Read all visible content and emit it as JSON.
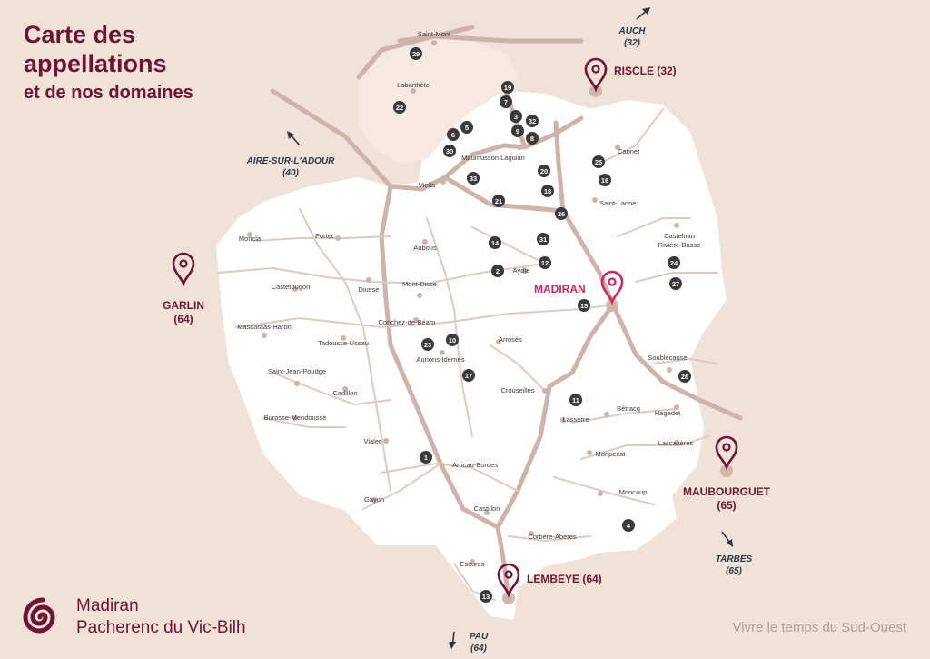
{
  "title": {
    "line1": "Carte des",
    "line2": "appellations",
    "line3": "et de nos domaines"
  },
  "logo": {
    "line1": "Madiran",
    "line2": "Pacherenc du Vic-Bilh",
    "icon": "spiral-logo-icon"
  },
  "tagline": "Vivre le temps du Sud-Ouest",
  "colors": {
    "background": "#f0e2d6",
    "region": "#ffffff",
    "road_major": "#cdb3aa",
    "road_minor": "#dccbc3",
    "brand": "#6e1434",
    "highlight": "#d6245a",
    "direction": "#2b3748",
    "marker": "#3a3a3a"
  },
  "towns": [
    {
      "id": "saint-mont",
      "label": "Saint-Mont"
    },
    {
      "id": "labarthete",
      "label": "Labarthète"
    },
    {
      "id": "maumusson",
      "label": "Maumusson Laguian"
    },
    {
      "id": "viella",
      "label": "Viella"
    },
    {
      "id": "cannet",
      "label": "Cannet"
    },
    {
      "id": "saint-lanne",
      "label": "Saint-Lanne"
    },
    {
      "id": "castelnau",
      "label": "Castelnau Rivière-Basse"
    },
    {
      "id": "moncla",
      "label": "Moncla"
    },
    {
      "id": "portet",
      "label": "Portet"
    },
    {
      "id": "aubous",
      "label": "Aubous"
    },
    {
      "id": "aydie",
      "label": "Aydie"
    },
    {
      "id": "castetpugon",
      "label": "Castetpugon"
    },
    {
      "id": "diusse",
      "label": "Diusse"
    },
    {
      "id": "mont-disse",
      "label": "Mont-Disse"
    },
    {
      "id": "mascaraas",
      "label": "Mascaraàs-Haron"
    },
    {
      "id": "conchez",
      "label": "Conchez-de-Béarn"
    },
    {
      "id": "tadousse",
      "label": "Tadousse-Ussau"
    },
    {
      "id": "arroses",
      "label": "Arrosès"
    },
    {
      "id": "aurions",
      "label": "Aurions-Idernes"
    },
    {
      "id": "soublecause",
      "label": "Soublecause"
    },
    {
      "id": "saint-jean",
      "label": "Saint-Jean-Poudge"
    },
    {
      "id": "cadillon",
      "label": "Cadillon"
    },
    {
      "id": "crouseilles",
      "label": "Crouseilles"
    },
    {
      "id": "betracq",
      "label": "Bétracq"
    },
    {
      "id": "hagedet",
      "label": "Hagedet"
    },
    {
      "id": "burosse",
      "label": "Burosse-Mendousse"
    },
    {
      "id": "lasserre",
      "label": "Lasserre"
    },
    {
      "id": "lascazeres",
      "label": "Lascazères"
    },
    {
      "id": "vialer",
      "label": "Vialer"
    },
    {
      "id": "monpezat",
      "label": "Monpezat"
    },
    {
      "id": "arricau",
      "label": "Arricau-Bordes"
    },
    {
      "id": "moncaup",
      "label": "Moncaup"
    },
    {
      "id": "gayon",
      "label": "Gayon"
    },
    {
      "id": "castillon",
      "label": "Castillon"
    },
    {
      "id": "corbere",
      "label": "Corbère-Abères"
    },
    {
      "id": "escures",
      "label": "Escures"
    }
  ],
  "major_towns": [
    {
      "id": "riscle",
      "label": "RISCLE (32)"
    },
    {
      "id": "madiran",
      "label": "MADIRAN"
    },
    {
      "id": "garlin",
      "label": "GARLIN",
      "sub": "(64)"
    },
    {
      "id": "maubourguet",
      "label": "MAUBOURGUET",
      "sub": "(65)"
    },
    {
      "id": "lembeye",
      "label": "LEMBEYE (64)"
    }
  ],
  "directions": [
    {
      "id": "auch",
      "label": "AUCH",
      "sub": "(32)"
    },
    {
      "id": "aire",
      "label": "AIRE-SUR-L'ADOUR",
      "sub": "(40)"
    },
    {
      "id": "tarbes",
      "label": "TARBES",
      "sub": "(65)"
    },
    {
      "id": "pau",
      "label": "PAU",
      "sub": "(64)"
    }
  ],
  "domains": [
    "29",
    "22",
    "19",
    "7",
    "3",
    "32",
    "9",
    "8",
    "5",
    "6",
    "30",
    "20",
    "18",
    "33",
    "21",
    "26",
    "25",
    "16",
    "14",
    "31",
    "2",
    "12",
    "24",
    "27",
    "15",
    "10",
    "23",
    "17",
    "28",
    "11",
    "1",
    "4",
    "13"
  ]
}
